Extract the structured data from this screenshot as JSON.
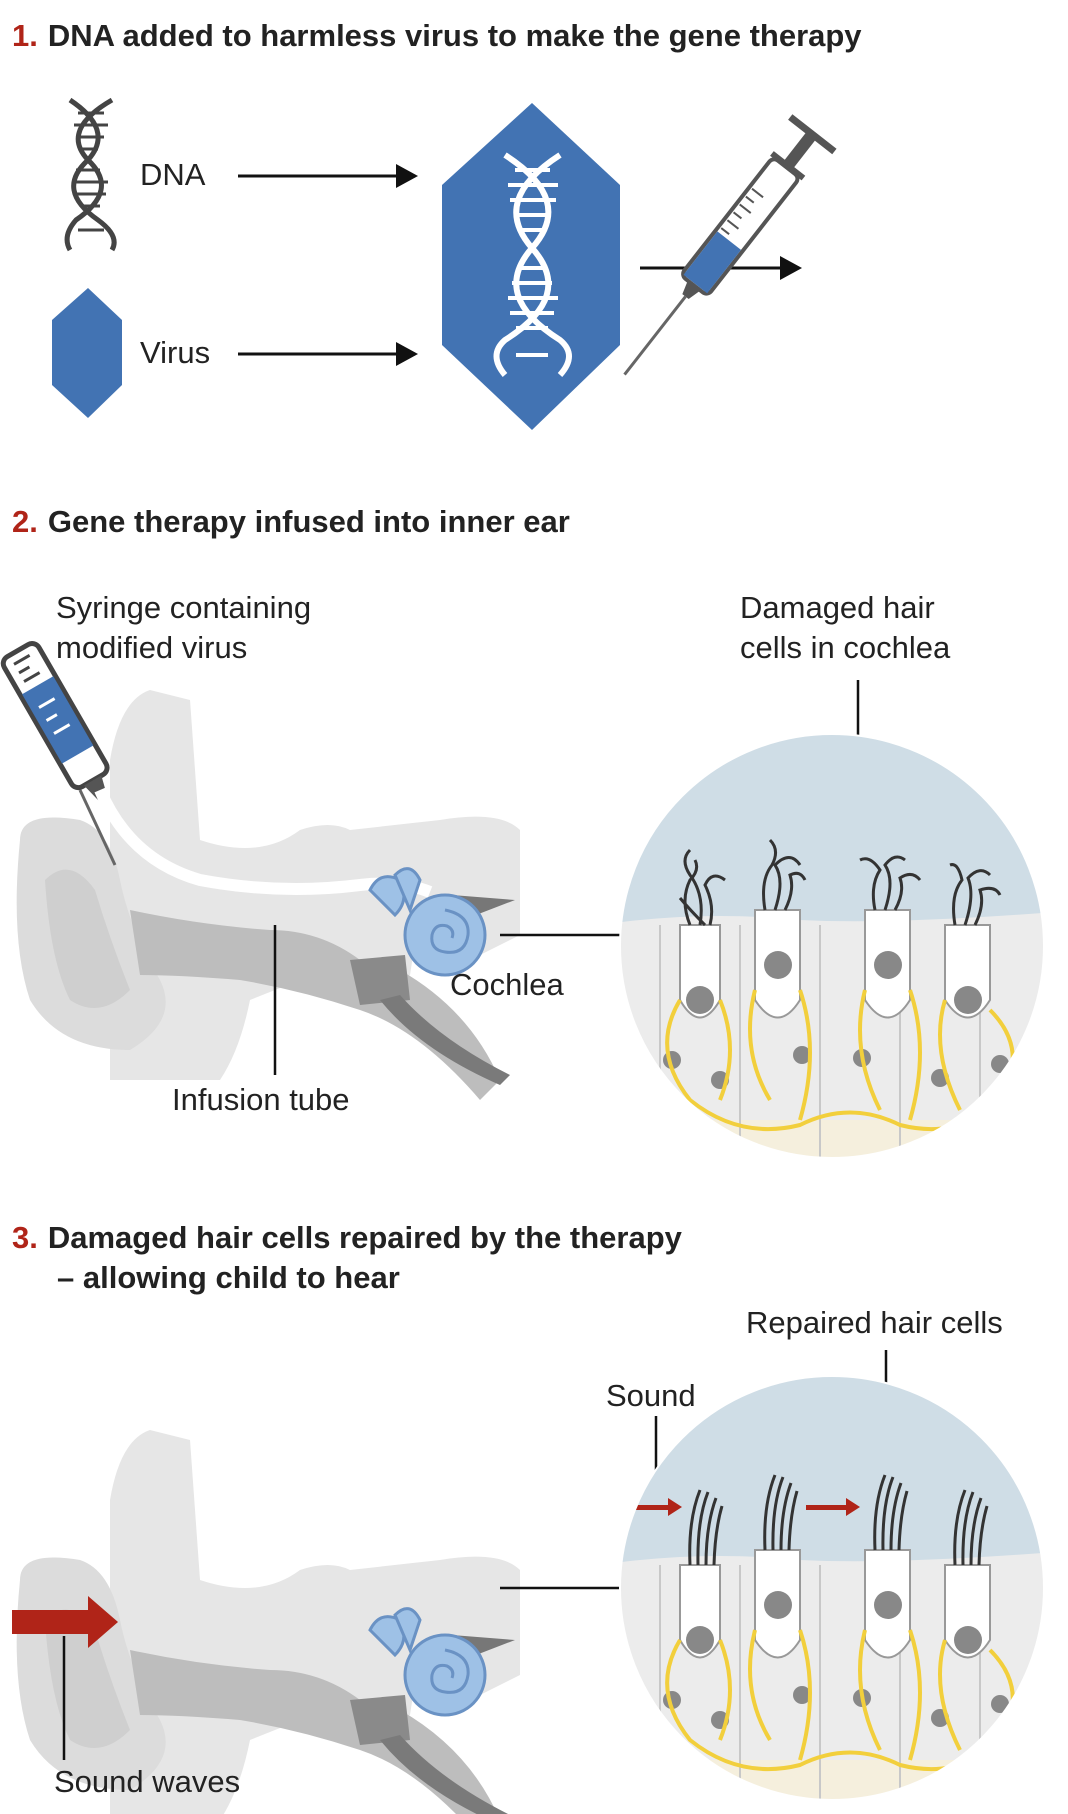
{
  "step1": {
    "number": "1.",
    "title": "DNA added to harmless virus to make the gene therapy",
    "dna_label": "DNA",
    "virus_label": "Virus"
  },
  "step2": {
    "number": "2.",
    "title": "Gene therapy infused into inner ear",
    "syringe_label_1": "Syringe containing",
    "syringe_label_2": "modified virus",
    "damaged_label_1": "Damaged hair",
    "damaged_label_2": "cells in cochlea",
    "cochlea_label": "Cochlea",
    "tube_label": "Infusion tube"
  },
  "step3": {
    "number": "3.",
    "title_line1": "Damaged hair cells repaired by the therapy",
    "title_line2": "– allowing child to hear",
    "repaired_label": "Repaired hair cells",
    "sound_label": "Sound",
    "sound_waves_label": "Sound waves"
  },
  "colors": {
    "number_red": "#b02418",
    "virus_blue": "#4273b3",
    "cochlea_blue": "#9ec1e6",
    "fluid": "#cfdde6",
    "nerve_yellow": "#f2cf3c",
    "arrow_red": "#b02418"
  }
}
